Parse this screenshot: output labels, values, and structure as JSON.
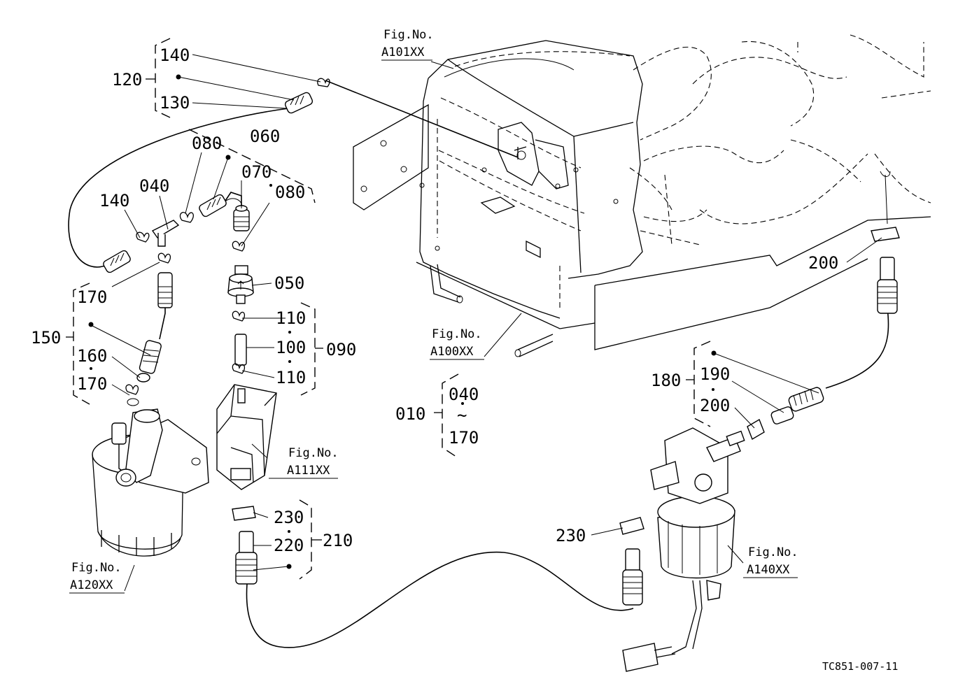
{
  "figure_code": "TC851-007-11",
  "fig_refs": {
    "a101": {
      "label": "Fig.No.",
      "code": "A101XX"
    },
    "a100": {
      "label": "Fig.No.",
      "code": "A100XX"
    },
    "a111": {
      "label": "Fig.No.",
      "code": "A111XX"
    },
    "a120": {
      "label": "Fig.No.",
      "code": "A120XX"
    },
    "a140": {
      "label": "Fig.No.",
      "code": "A140XX"
    }
  },
  "callouts": {
    "c140a": "140",
    "c120": "120",
    "c130": "130",
    "c080a": "080",
    "c060": "060",
    "c070": "070",
    "c080b": "080",
    "c040": "040",
    "c140b": "140",
    "c170a": "170",
    "c050": "050",
    "c150": "150",
    "c110a": "110",
    "c100": "100",
    "c090": "090",
    "c160": "160",
    "c110b": "110",
    "c170b": "170",
    "c010": "010",
    "c040r": "040",
    "range_sep": "~",
    "c170r": "170",
    "c200a": "200",
    "c180": "180",
    "c190": "190",
    "c200b": "200",
    "c230a": "230",
    "c220": "220",
    "c210": "210",
    "c230b": "230"
  }
}
